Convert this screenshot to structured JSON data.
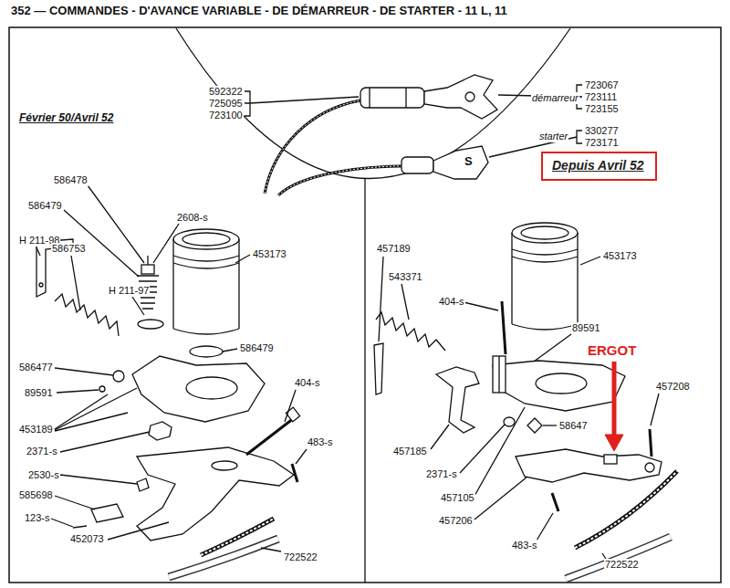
{
  "diagram": {
    "title": "352 — COMMANDES - D'AVANCE VARIABLE - DE DÉMARREUR - DE STARTER - 11 L, 11",
    "nodes": [
      {
        "text": [
          "Depuis Avril 52"
        ]
      }
    ],
    "labels": [
      "592322",
      "725095",
      "723100",
      "723067",
      "démarreur",
      "723111",
      "723155",
      "starter",
      "330277",
      "723171",
      "S",
      "Février 50/Avril 52",
      "586478",
      "586479",
      "H 211-98",
      "2608-s",
      "586753",
      "H 211-97",
      "453173",
      "586479",
      "586477",
      "89591",
      "453189",
      "2371-s",
      "404-s",
      "483-s",
      "2530-s",
      "585698",
      "123-s",
      "452073",
      "722522",
      "457189",
      "543371",
      "404-s",
      "453173",
      "89591",
      "ERGOT",
      "457208",
      "457185",
      "2371-s",
      "58647",
      "457105",
      "457206",
      "483-s",
      "722522"
    ]
  }
}
